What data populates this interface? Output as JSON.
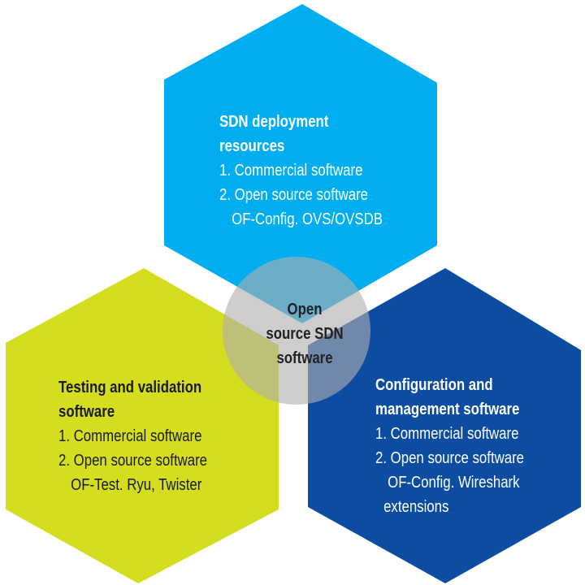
{
  "colors": {
    "top": "#00aeef",
    "left": "#d4de1f",
    "right": "#0c4da2",
    "center": "rgba(175,175,175,0.62)"
  },
  "center": {
    "lines": [
      "Open",
      "source SDN",
      "software"
    ]
  },
  "top": {
    "title": [
      "SDN deployment",
      "resources"
    ],
    "items": [
      "1. Commercial software",
      "2. Open source software"
    ],
    "detail": [
      "OF-Config. OVS/OVSDB"
    ]
  },
  "left": {
    "title": [
      "Testing and validation",
      "software"
    ],
    "items": [
      "1. Commercial software",
      "2. Open source software"
    ],
    "detail": [
      "OF-Test. Ryu, Twister"
    ]
  },
  "right": {
    "title": [
      "Configuration and",
      "management software"
    ],
    "items": [
      "1. Commercial software",
      "2. Open source software"
    ],
    "detail": [
      "OF-Config. Wireshark",
      "extensions"
    ]
  }
}
